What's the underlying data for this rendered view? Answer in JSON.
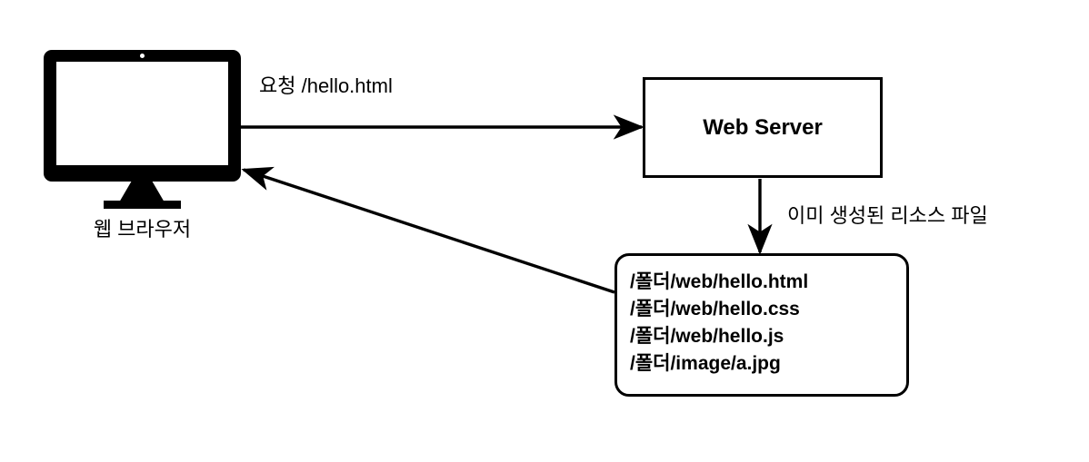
{
  "diagram": {
    "title_present": false,
    "background_color": "#ffffff",
    "stroke_color": "#000000",
    "nodes": {
      "browser": {
        "icon": "desktop-monitor-icon",
        "label": "웹 브라우저"
      },
      "server": {
        "label": "Web Server",
        "shape": "rectangle"
      },
      "files": {
        "shape": "rounded-rectangle",
        "lines": [
          "/폴더/web/hello.html",
          "/폴더/web/hello.css",
          "/폴더/web/hello.js",
          "/폴더/image/a.jpg"
        ]
      }
    },
    "edges": {
      "request": {
        "label": "요청 /hello.html",
        "from": "browser",
        "to": "server",
        "direction": "right"
      },
      "resource": {
        "label": "이미 생성된 리소스 파일",
        "from": "server",
        "to": "files",
        "direction": "down"
      },
      "response": {
        "label": "",
        "from": "files",
        "to": "browser",
        "direction": "up-left"
      }
    }
  }
}
